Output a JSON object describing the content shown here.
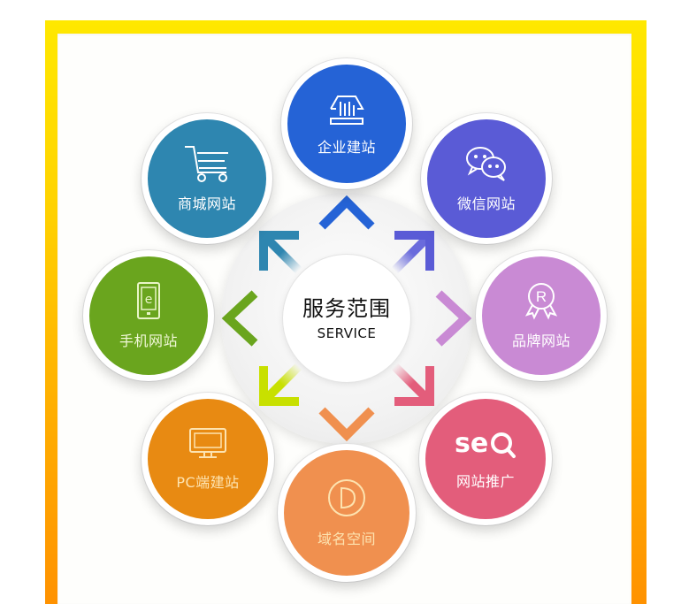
{
  "center": {
    "title": "服务范围",
    "subtitle": "SERVICE"
  },
  "frame_colors": {
    "top": "#ffe800",
    "bottom": "#ff9200"
  },
  "nodes": [
    {
      "id": "enterprise",
      "label": "企业建站",
      "icon": "building-icon",
      "color": "#2563d6"
    },
    {
      "id": "weixin",
      "label": "微信网站",
      "icon": "wechat-icon",
      "color": "#5a5bd6"
    },
    {
      "id": "brand",
      "label": "品牌网站",
      "icon": "registered-badge-icon",
      "color": "#c98ad4"
    },
    {
      "id": "seo",
      "label": "网站推广",
      "icon": "seo-search-icon",
      "icon_text": "seo",
      "color": "#e35d7b"
    },
    {
      "id": "domain",
      "label": "域名空间",
      "icon": "domain-d-icon",
      "icon_text": "D",
      "color": "#f0904f"
    },
    {
      "id": "pc",
      "label": "PC端建站",
      "icon": "monitor-icon",
      "color": "#e88a12"
    },
    {
      "id": "mobile",
      "label": "手机网站",
      "icon": "mobile-phone-icon",
      "icon_text": "e",
      "color": "#6aa51e"
    },
    {
      "id": "shop",
      "label": "商城网站",
      "icon": "shopping-cart-icon",
      "color": "#2e86b0"
    }
  ]
}
